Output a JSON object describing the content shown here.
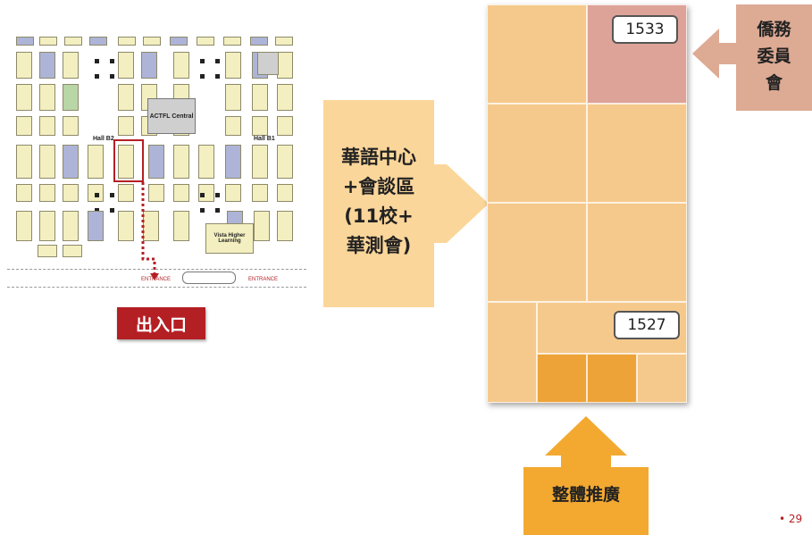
{
  "floor_map": {
    "hall_left": "Hall B2",
    "hall_right": "Hall B1",
    "central_label": "ACTFL Central",
    "vista_label": "Vista Higher Learning",
    "entrance_left": "ENTRANCE",
    "entrance_right": "ENTRANCE"
  },
  "exit_label": "出入口",
  "center_label": [
    "華語中心",
    "+會談區",
    "(11校+",
    "華測會)"
  ],
  "booths": {
    "top": "1533",
    "bottom": "1527"
  },
  "overseas_label": [
    "僑務",
    "委員",
    "會"
  ],
  "promotion_label": "整體推廣",
  "page_number": "• 29",
  "colors": {
    "booth_orange": "#f5c98c",
    "booth_highlight": "#dda398",
    "promotion_dark": "#eea338",
    "exit_red": "#b41f24",
    "arrow_light": "#fbd69a"
  }
}
